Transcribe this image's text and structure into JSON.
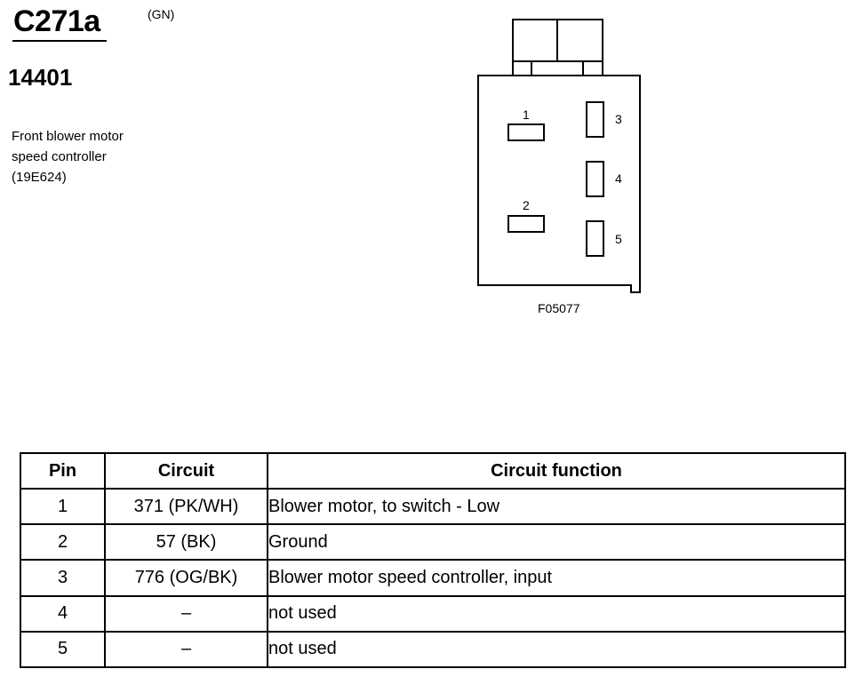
{
  "header": {
    "connector_id": "C271a",
    "color_code": "(GN)",
    "part_number": "14401",
    "description_lines": [
      "Front blower motor",
      "speed controller",
      "(19E624)"
    ]
  },
  "diagram": {
    "figure_id": "F05077",
    "pin_labels": [
      "1",
      "2",
      "3",
      "4",
      "5"
    ]
  },
  "table": {
    "headers": [
      "Pin",
      "Circuit",
      "Circuit function"
    ],
    "rows": [
      {
        "pin": "1",
        "circuit": "371 (PK/WH)",
        "function": "Blower motor, to switch - Low"
      },
      {
        "pin": "2",
        "circuit": "57 (BK)",
        "function": "Ground"
      },
      {
        "pin": "3",
        "circuit": "776 (OG/BK)",
        "function": "Blower motor speed controller, input"
      },
      {
        "pin": "4",
        "circuit": "–",
        "function": "not used"
      },
      {
        "pin": "5",
        "circuit": "–",
        "function": "not used"
      }
    ]
  }
}
